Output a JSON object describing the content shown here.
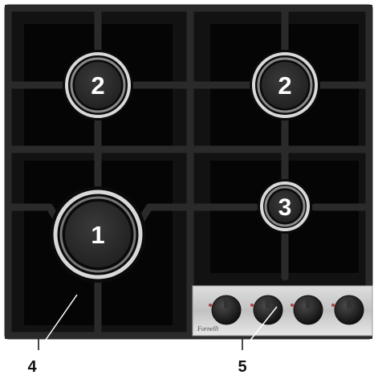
{
  "burners": [
    {
      "label": "2"
    },
    {
      "label": "2"
    },
    {
      "label": "3"
    },
    {
      "label": "1"
    }
  ],
  "callouts": [
    {
      "label": "4"
    },
    {
      "label": "5"
    }
  ],
  "brand": "Fornelli",
  "colors": {
    "glass": "#121212",
    "panel": "#060606",
    "grate": "#1b1b1b",
    "steel": "#c8c8c8",
    "ring": "#d9d9d9",
    "cap": "#2a2a2a",
    "text": "#ffffff",
    "callout": "#111111"
  }
}
